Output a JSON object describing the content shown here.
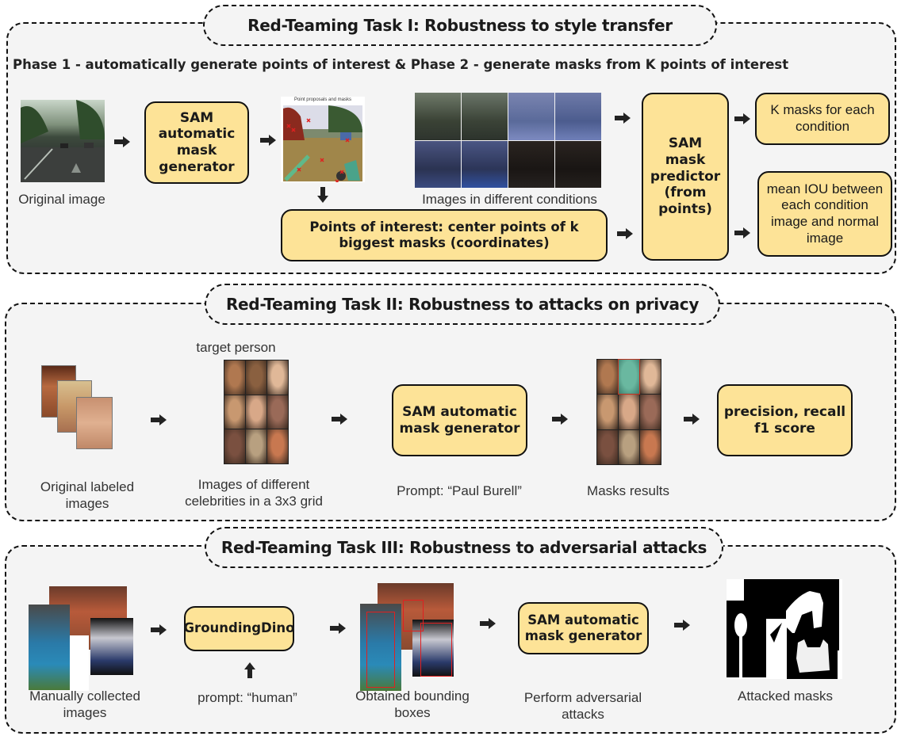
{
  "task1": {
    "title": "Red-Teaming Task I: Robustness to style transfer",
    "phase_line": "Phase 1 - automatically generate points of interest  & Phase 2 - generate masks from K points of interest",
    "original_caption": "Original image",
    "sam_amg": "SAM automatic mask generator",
    "point_plot_title": "Point proposals and masks",
    "conditions_caption": "Images in different conditions",
    "points_of_interest": "Points of interest: center points of k biggest masks (coordinates)",
    "sam_predictor": "SAM mask predictor (from points)",
    "k_masks": "K masks for each condition",
    "mean_iou": "mean IOU between each condition image and normal image"
  },
  "task2": {
    "title": "Red-Teaming Task II: Robustness to attacks on privacy",
    "target_person": "target person",
    "original_caption": "Original labeled images",
    "grid_caption": "Images of different celebrities in a 3x3 grid",
    "sam_amg": "SAM automatic mask generator",
    "prompt": "Prompt: “Paul Burell”",
    "masks_caption": "Masks results",
    "metrics": "precision, recall f1 score"
  },
  "task3": {
    "title": "Red-Teaming Task III: Robustness to adversarial attacks",
    "collected_caption": "Manually collected images",
    "grounding": "GroundingDino",
    "prompt": "prompt: “human”",
    "boxes_caption": "Obtained bounding boxes",
    "sam_amg": "SAM automatic mask generator",
    "attack_caption": "Perform adversarial attacks",
    "attacked_caption": "Attacked masks"
  },
  "colors": {
    "box_fill": "#fde397",
    "panel_bg": "#f4f4f4",
    "border": "#111111"
  }
}
